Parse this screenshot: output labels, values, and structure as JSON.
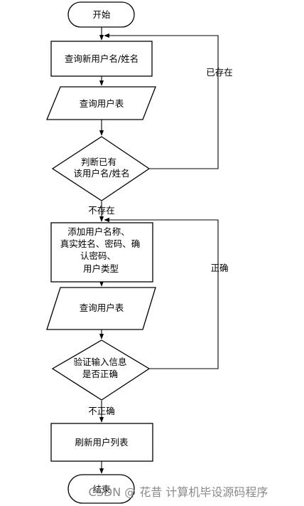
{
  "nodes": {
    "start": "开始",
    "query_name": "查询新用户名/姓名",
    "query_table_1": "查询用户表",
    "decision_exists": [
      "判断已有",
      "该用户名/姓名"
    ],
    "add_user": [
      "添加用户名称、",
      "真实姓名、密码、确",
      "认密码、",
      "用户类型"
    ],
    "query_table_2": "查询用户表",
    "decision_valid": [
      "验证输入信息",
      "是否正确"
    ],
    "refresh": "刷新用户列表",
    "end": "结束"
  },
  "edges": {
    "exists": "已存在",
    "not_exists": "不存在",
    "correct": "正确",
    "incorrect": "不正确"
  },
  "watermark": "CSDN @ 花昔 计算机毕设源码程序"
}
